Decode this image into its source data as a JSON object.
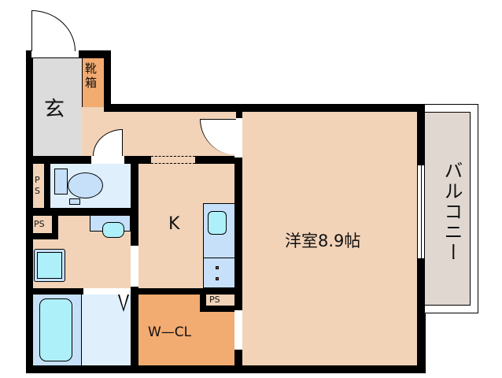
{
  "floorplan": {
    "rooms": {
      "entrance": {
        "label": "玄"
      },
      "shoe_box": {
        "label_line1": "靴",
        "label_line2": "箱"
      },
      "kitchen": {
        "label": "K"
      },
      "western_room": {
        "label": "洋室8.9帖"
      },
      "walk_in_closet": {
        "label": "W—CL"
      },
      "balcony": {
        "label": "バルコニー"
      },
      "pipe_space_1": {
        "label_line1": "P",
        "label_line2": "S"
      },
      "pipe_space_2": {
        "label": "PS"
      },
      "pipe_space_3": {
        "label": "PS"
      }
    },
    "colors": {
      "wall": "#000000",
      "floor": "#f2d3b8",
      "entrance": "#dcdcdc",
      "storage": "#f2ab70",
      "wet_area": "#c6e0fa",
      "balcony": "#e0d8d0"
    }
  }
}
